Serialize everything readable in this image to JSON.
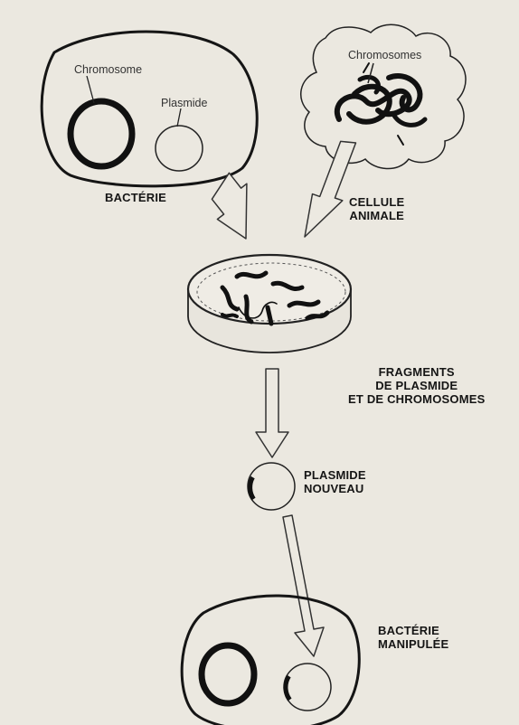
{
  "labels": {
    "chromosome": "Chromosome",
    "plasmide": "Plasmide",
    "chromosomes": "Chromosomes",
    "bacterie": "BACTÉRIE",
    "cellule_animale": [
      "CELLULE",
      "ANIMALE"
    ],
    "fragments": [
      "FRAGMENTS",
      "DE PLASMIDE",
      "ET DE CHROMOSOMES"
    ],
    "plasmide_nouveau": [
      "PLASMIDE",
      "NOUVEAU"
    ],
    "bacterie_manipulee": [
      "BACTÉRIE",
      "MANIPULÉE"
    ]
  },
  "colors": {
    "background": "#ebe8e0",
    "ink": "#151515"
  }
}
